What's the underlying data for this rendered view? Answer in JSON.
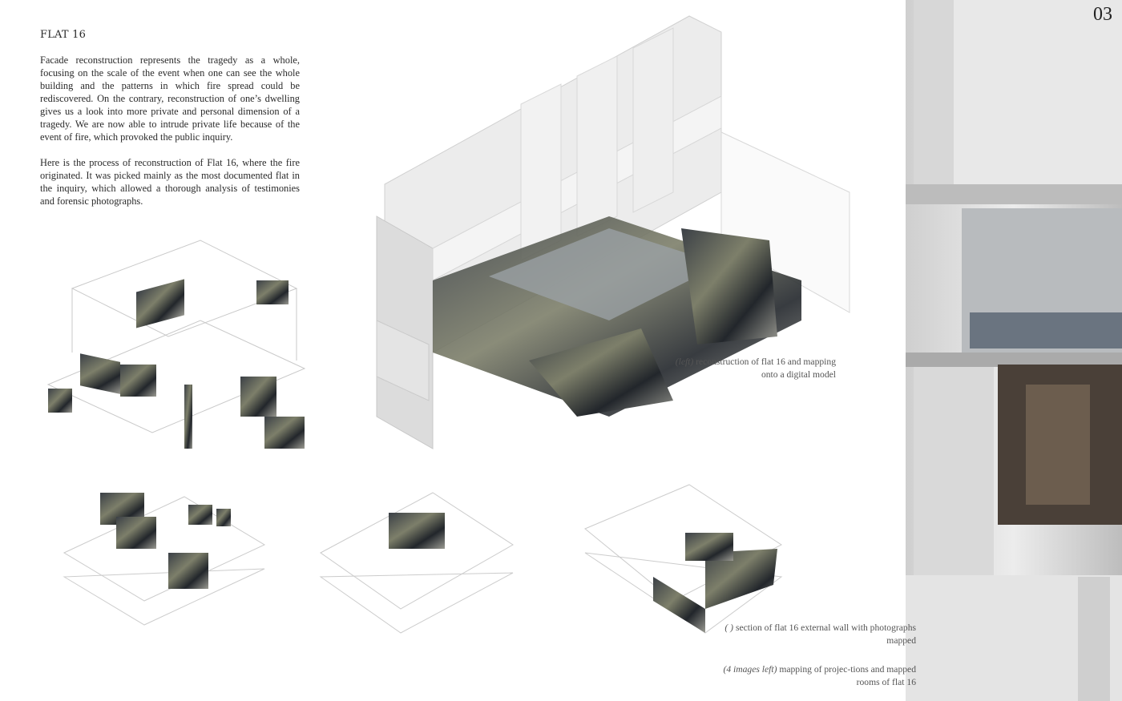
{
  "page_number": "03",
  "heading": "FLAT 16",
  "paragraphs": [
    "Facade reconstruction   represents the tragedy as a whole, focusing on the scale of the event when one can see the whole building and the patterns in which fire spread could be rediscovered. On the contrary, reconstruction of one’s dwelling gives us a look into more private and personal dimension of a tragedy. We are now able to intrude private life because of the event of fire, which provoked the public inquiry.",
    "Here is the process of reconstruction of Flat 16, where the fire originated. It was picked mainly as the most documented flat in the inquiry, which allowed a thorough analysis of testimonies and forensic photographs."
  ],
  "captions": [
    {
      "label": "(left)",
      "text": " reconstruction of flat 16 and mapping onto a digital model"
    },
    {
      "label": "( )",
      "text": " section of flat 16 external wall with photographs mapped"
    },
    {
      "label": "(4 images left)",
      "text": " mapping of projec-tions and mapped rooms of flat 16"
    }
  ]
}
